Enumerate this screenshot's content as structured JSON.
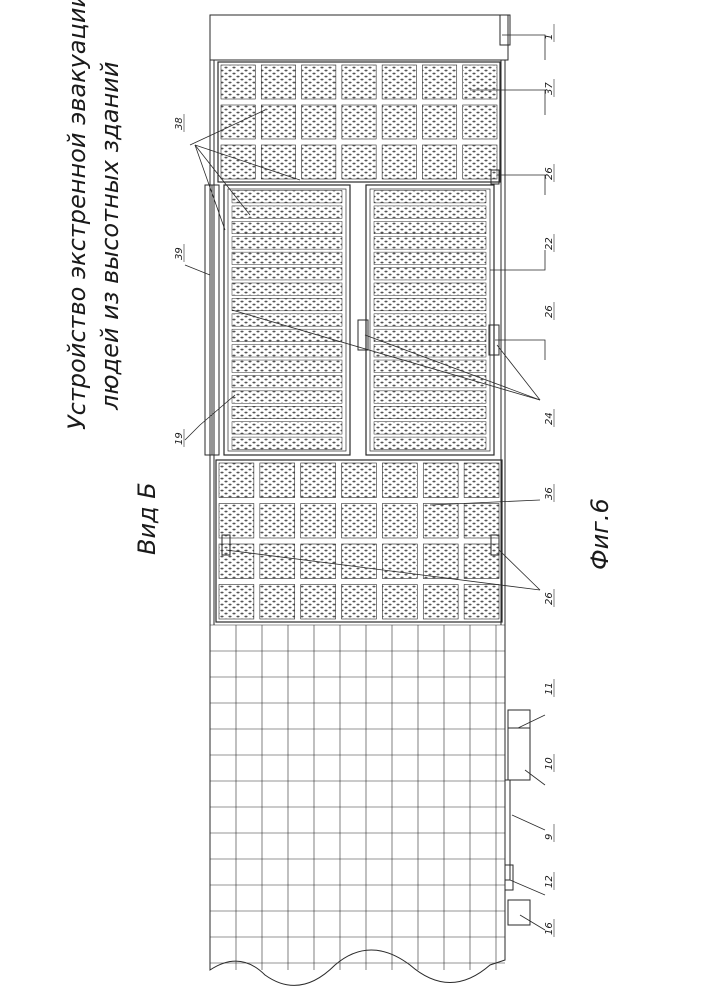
{
  "figure": {
    "title_line1": "Устройство экстренной эвакуации",
    "title_line2": "людей из высотных зданий",
    "view_label": "Вид Б",
    "figure_label": "Фиг.6"
  },
  "callouts": [
    {
      "id": "1",
      "text": "1"
    },
    {
      "id": "37",
      "text": "37"
    },
    {
      "id": "38",
      "text": "38"
    },
    {
      "id": "26a",
      "text": "26"
    },
    {
      "id": "39",
      "text": "39"
    },
    {
      "id": "22",
      "text": "22"
    },
    {
      "id": "26b",
      "text": "26"
    },
    {
      "id": "19",
      "text": "19"
    },
    {
      "id": "24",
      "text": "24"
    },
    {
      "id": "36",
      "text": "36"
    },
    {
      "id": "26c",
      "text": "26"
    },
    {
      "id": "11",
      "text": "11"
    },
    {
      "id": "10",
      "text": "10"
    },
    {
      "id": "9",
      "text": "9"
    },
    {
      "id": "12",
      "text": "12"
    },
    {
      "id": "16",
      "text": "16"
    }
  ],
  "icons": {
    "perforated_panel": "perforated-panel-icon",
    "grid_wall": "grid-wall-icon"
  },
  "colors": {
    "line": "#2a2a2a",
    "background": "#ffffff"
  }
}
